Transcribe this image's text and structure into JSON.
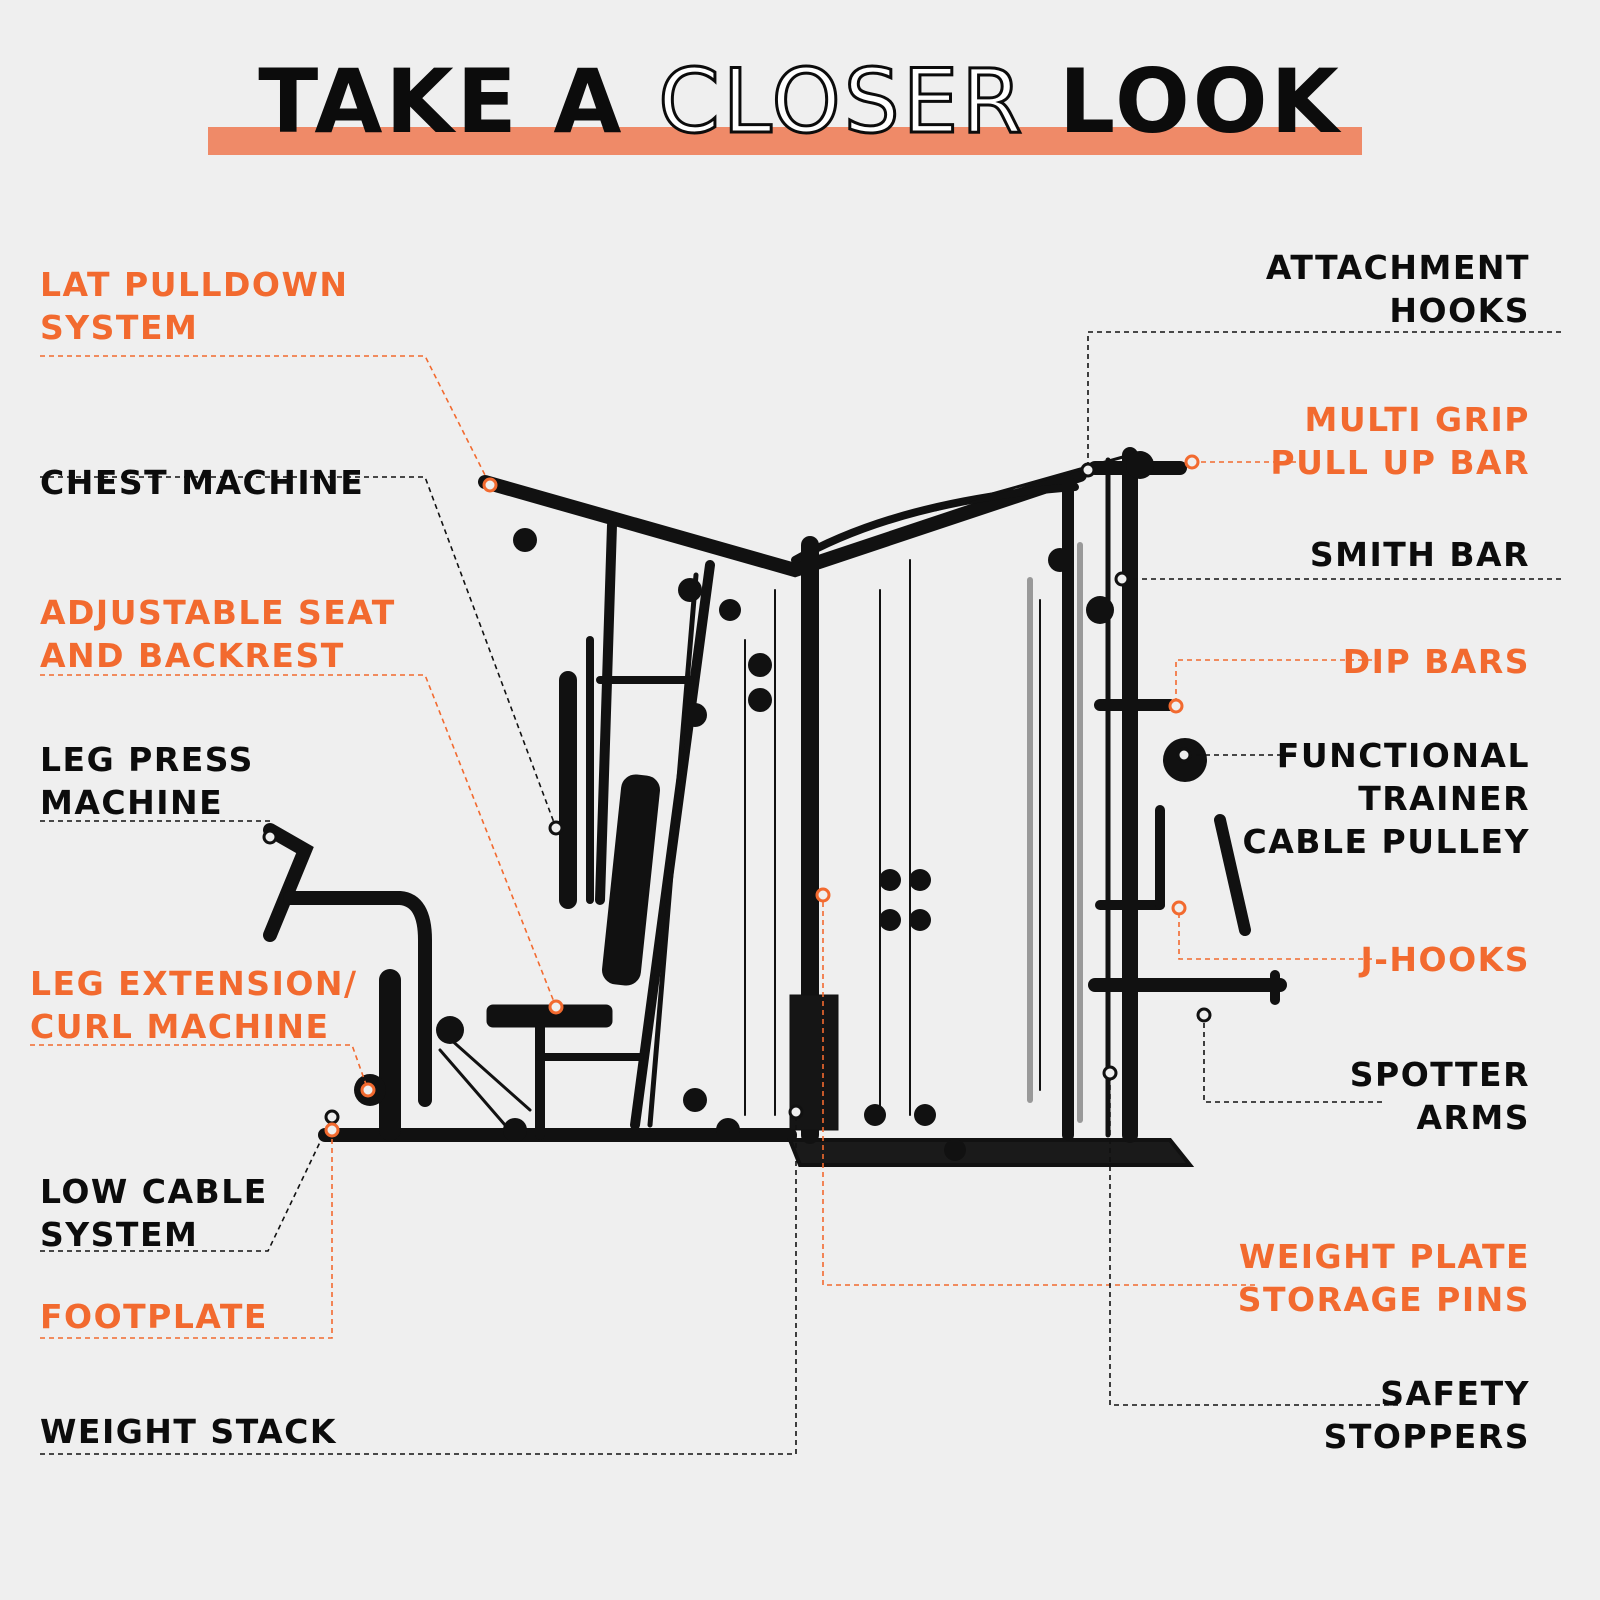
{
  "title": {
    "part1": "TAKE A",
    "part2": "CLOSER",
    "part3": "LOOK"
  },
  "colors": {
    "accent": "#f26a2f",
    "highlight": "#ef8a68",
    "text": "#0c0c0c",
    "background": "#efefef"
  },
  "left_labels": [
    {
      "text": "LAT PULLDOWN\nSYSTEM",
      "color": "orange"
    },
    {
      "text": "CHEST MACHINE",
      "color": "black"
    },
    {
      "text": "ADJUSTABLE SEAT\nAND BACKREST",
      "color": "orange"
    },
    {
      "text": "LEG PRESS\nMACHINE",
      "color": "black"
    },
    {
      "text": "LEG EXTENSION/\nCURL MACHINE",
      "color": "orange"
    },
    {
      "text": "LOW CABLE\nSYSTEM",
      "color": "black"
    },
    {
      "text": "FOOTPLATE",
      "color": "orange"
    },
    {
      "text": "WEIGHT STACK",
      "color": "black"
    }
  ],
  "right_labels": [
    {
      "text": "ATTACHMENT\nHOOKS",
      "color": "black"
    },
    {
      "text": "MULTI GRIP\nPULL UP BAR",
      "color": "orange"
    },
    {
      "text": "SMITH BAR",
      "color": "black"
    },
    {
      "text": "DIP BARS",
      "color": "orange"
    },
    {
      "text": "FUNCTIONAL\nTRAINER\nCABLE PULLEY",
      "color": "black"
    },
    {
      "text": "J-HOOKS",
      "color": "orange"
    },
    {
      "text": "SPOTTER\nARMS",
      "color": "black"
    },
    {
      "text": "WEIGHT PLATE\nSTORAGE PINS",
      "color": "orange"
    },
    {
      "text": "SAFETY\nSTOPPERS",
      "color": "black"
    }
  ]
}
